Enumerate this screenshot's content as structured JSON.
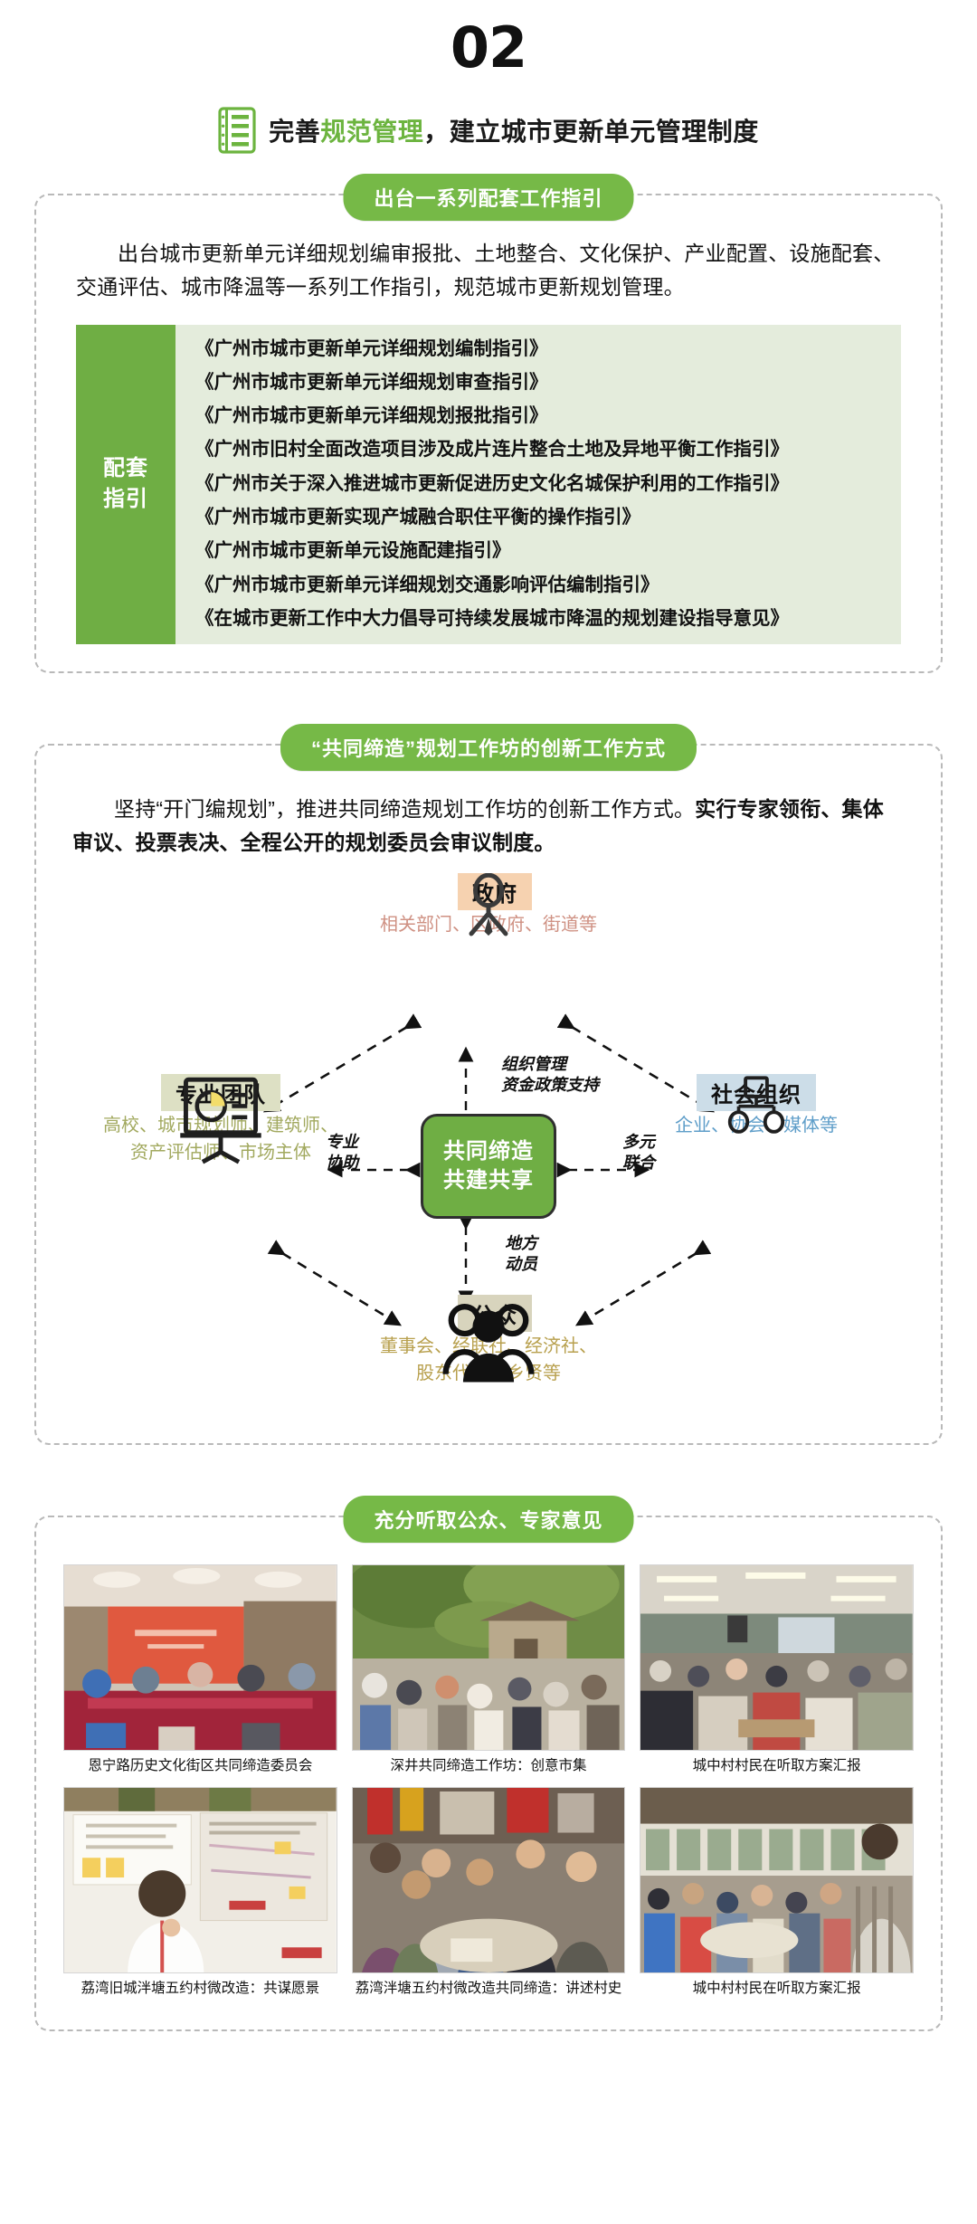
{
  "header": {
    "number": "02",
    "icon": "document-list-icon",
    "title_plain_1": "完善",
    "title_accent": "规范管理",
    "title_plain_2": "，建立城市更新单元管理制度"
  },
  "section1": {
    "pill": "出台一系列配套工作指引",
    "paragraph": "出台城市更新单元详细规划编审报批、土地整合、文化保护、产业配置、设施配套、交通评估、城市降温等一系列工作指引，规范城市更新规划管理。",
    "guide_label_line1": "配套",
    "guide_label_line2": "指引",
    "guidelines": [
      "《广州市城市更新单元详细规划编制指引》",
      "《广州市城市更新单元详细规划审查指引》",
      "《广州市城市更新单元详细规划报批指引》",
      "《广州市旧村全面改造项目涉及成片连片整合土地及异地平衡工作指引》",
      "《广州市关于深入推进城市更新促进历史文化名城保护利用的工作指引》",
      "《广州市城市更新实现产城融合职住平衡的操作指引》",
      "《广州市城市更新单元设施配建指引》",
      "《广州市城市更新单元详细规划交通影响评估编制指引》",
      "《在城市更新工作中大力倡导可持续发展城市降温的规划建设指导意见》"
    ]
  },
  "section2": {
    "pill": "“共同缔造”规划工作坊的创新工作方式",
    "paragraph_normal": "坚持“开门编规划”，推进共同缔造规划工作坊的创新工作方式。",
    "paragraph_bold": "实行专家领衔、集体审议、投票表决、全程公开的规划委员会审议制度。",
    "diagram": {
      "core_line1": "共同缔造",
      "core_line2": "共建共享",
      "nodes": {
        "government": {
          "icon": "person-icon",
          "tag": "政府",
          "sub": "相关部门、区政府、街道等"
        },
        "professional_team": {
          "icon": "presentation-chart-icon",
          "tag": "专业团队",
          "sub_line1": "高校、城市规划师、建筑师、",
          "sub_line2": "资产评估师、市场主体"
        },
        "social_org": {
          "icon": "org-chart-icon",
          "tag": "社会组织",
          "sub": "企业、协会、媒体等"
        },
        "public": {
          "icon": "people-group-icon",
          "tag": "公众",
          "sub_line1": "董事会、经联社、经济社、",
          "sub_line2": "股东代表、乡贤等"
        }
      },
      "edges": {
        "top_line1": "组织管理",
        "top_line2": "资金政策支持",
        "left_line1": "专业",
        "left_line2": "协助",
        "right_line1": "多元",
        "right_line2": "联合",
        "bottom_line1": "地方",
        "bottom_line2": "动员"
      }
    }
  },
  "section3": {
    "pill": "充分听取公众、专家意见",
    "photos": [
      {
        "caption": "恩宁路历史文化街区共同缔造委员会",
        "scene": "meeting-room-red-banner"
      },
      {
        "caption": "深井共同缔造工作坊：创意市集",
        "scene": "outdoor-market-crowd"
      },
      {
        "caption": "城中村村民在听取方案汇报",
        "scene": "indoor-hall-audience"
      },
      {
        "caption": "荔湾旧城泮塘五约村微改造：共谋愿景",
        "scene": "boy-at-poster-board"
      },
      {
        "caption": "荔湾泮塘五约村微改造共同缔造：讲述村史",
        "scene": "elders-around-table"
      },
      {
        "caption": "城中村村民在听取方案汇报",
        "scene": "classroom-presentation"
      }
    ]
  },
  "colors": {
    "green_pill": "#76b947",
    "green_accent": "#6cb43f",
    "guide_panel_bg": "#e4ecdc",
    "guide_label_bg": "#6fae44",
    "dashed_border": "#b9b9b9",
    "tag_gov": "#f6d2b0",
    "tag_team": "#dde0c4",
    "tag_social": "#ccdde8",
    "tag_public": "#d8d4bd"
  }
}
